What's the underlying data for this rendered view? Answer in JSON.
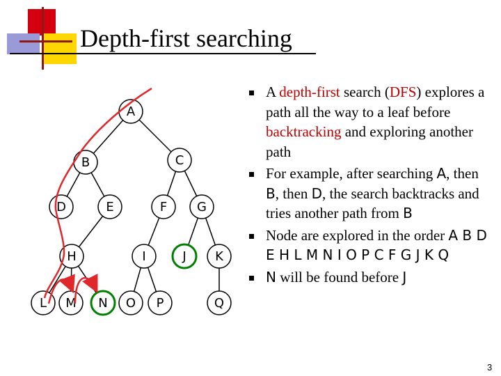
{
  "slide": {
    "title": "Depth-first searching",
    "page_number": "3"
  },
  "tree": {
    "nodes": [
      "A",
      "B",
      "C",
      "D",
      "E",
      "F",
      "G",
      "H",
      "I",
      "J",
      "K",
      "L",
      "M",
      "N",
      "O",
      "P",
      "Q"
    ],
    "highlighted_nodes": [
      "J",
      "N"
    ],
    "edges": [
      [
        "A",
        "B"
      ],
      [
        "A",
        "C"
      ],
      [
        "B",
        "D"
      ],
      [
        "B",
        "E"
      ],
      [
        "C",
        "F"
      ],
      [
        "C",
        "G"
      ],
      [
        "E",
        "H"
      ],
      [
        "F",
        "I"
      ],
      [
        "G",
        "J"
      ],
      [
        "G",
        "K"
      ],
      [
        "H",
        "L"
      ],
      [
        "H",
        "M"
      ],
      [
        "H",
        "N"
      ],
      [
        "I",
        "O"
      ],
      [
        "I",
        "P"
      ],
      [
        "K",
        "Q"
      ]
    ],
    "colors": {
      "node_border": "#000000",
      "highlight_border": "#008000",
      "path": "#e0282c"
    }
  },
  "bullets": [
    {
      "segments": [
        {
          "text": "A ",
          "style": "plain"
        },
        {
          "text": "depth-first",
          "style": "hl"
        },
        {
          "text": " search (",
          "style": "plain"
        },
        {
          "text": "DFS",
          "style": "hl"
        },
        {
          "text": ") explores a path all the way to a leaf before ",
          "style": "plain"
        },
        {
          "text": "backtracking",
          "style": "hl"
        },
        {
          "text": " and exploring another path",
          "style": "plain"
        }
      ]
    },
    {
      "segments": [
        {
          "text": "For example, after searching ",
          "style": "plain"
        },
        {
          "text": "A",
          "style": "ss"
        },
        {
          "text": ", then ",
          "style": "plain"
        },
        {
          "text": "B",
          "style": "ss"
        },
        {
          "text": ", then ",
          "style": "plain"
        },
        {
          "text": "D",
          "style": "ss"
        },
        {
          "text": ", the search backtracks and tries another path from ",
          "style": "plain"
        },
        {
          "text": "B",
          "style": "ss"
        }
      ]
    },
    {
      "segments": [
        {
          "text": "Node are explored in the order ",
          "style": "plain"
        },
        {
          "text": "A B D E H L M N I O P C F G J K Q",
          "style": "ss"
        }
      ]
    },
    {
      "segments": [
        {
          "text": "N",
          "style": "ss"
        },
        {
          "text": " will be found before ",
          "style": "plain"
        },
        {
          "text": "J",
          "style": "ss"
        }
      ]
    }
  ],
  "decoration": {
    "square_colors": [
      "#d4000f",
      "#ffd700",
      "#9a9ad8"
    ]
  }
}
